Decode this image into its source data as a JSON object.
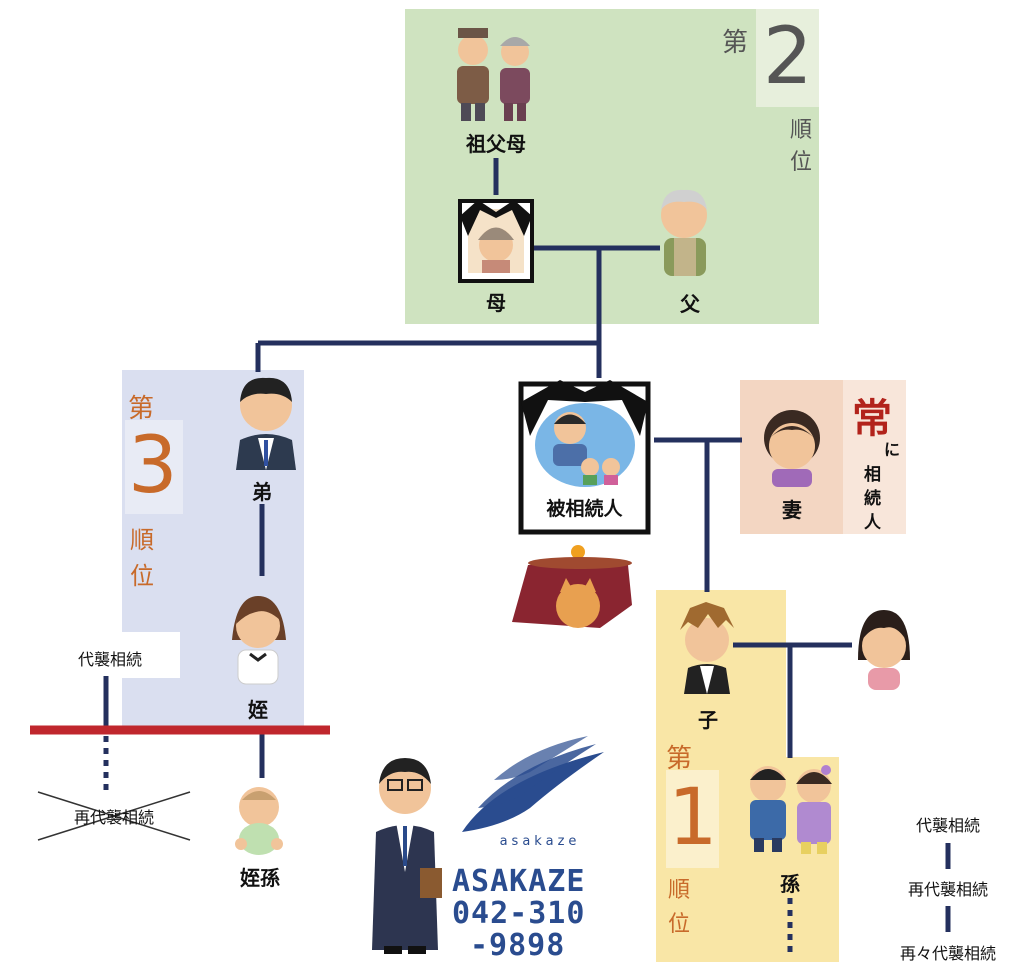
{
  "colors": {
    "rank2_bg": "#cfe3c0",
    "rank3_bg": "#dadff0",
    "rank1_bg": "#f9e6a6",
    "spouse_bg": "#f3d6c2",
    "line_navy": "#24305e",
    "line_red": "#c0272d",
    "rank_orange": "#c86a2a",
    "rank_gray": "#555555",
    "always_red": "#b2231b",
    "brand_blue": "#2a4c8f"
  },
  "rank2": {
    "dai": "第",
    "number": "2",
    "jun": "順",
    "i": "位"
  },
  "rank3": {
    "dai": "第",
    "number": "3",
    "jun": "順",
    "i": "位"
  },
  "rank1": {
    "dai": "第",
    "number": "1",
    "jun": "順",
    "i": "位"
  },
  "spouse_note": {
    "tsune": "常",
    "ni": "に",
    "so": "相",
    "zoku": "続",
    "nin": "人"
  },
  "people": {
    "grandparents": "祖父母",
    "mother": "母",
    "father": "父",
    "deceased": "被相続人",
    "brother": "弟",
    "niece": "姪",
    "grandniece": "姪孫",
    "wife": "妻",
    "child": "子",
    "grandchildren": "孫"
  },
  "notes": {
    "daishu_left": "代襲相続",
    "saidaishu_crossed": "再代襲相続",
    "legend_1": "代襲相続",
    "legend_2": "再代襲相続",
    "legend_3": "再々代襲相続"
  },
  "brand": {
    "logo_text": "asakaze",
    "name": "ASAKAZE",
    "phone_line1": "042-310",
    "phone_line2": "-9898"
  },
  "icons": [
    "grandparents-icon",
    "mother-portrait-icon",
    "father-icon",
    "deceased-portrait-icon",
    "brother-icon",
    "niece-icon",
    "grandniece-baby-icon",
    "wife-icon",
    "child-icon",
    "child-spouse-icon",
    "grandchildren-icon",
    "kotatsu-cat-icon",
    "lawyer-icon",
    "asakaze-wave-logo"
  ]
}
